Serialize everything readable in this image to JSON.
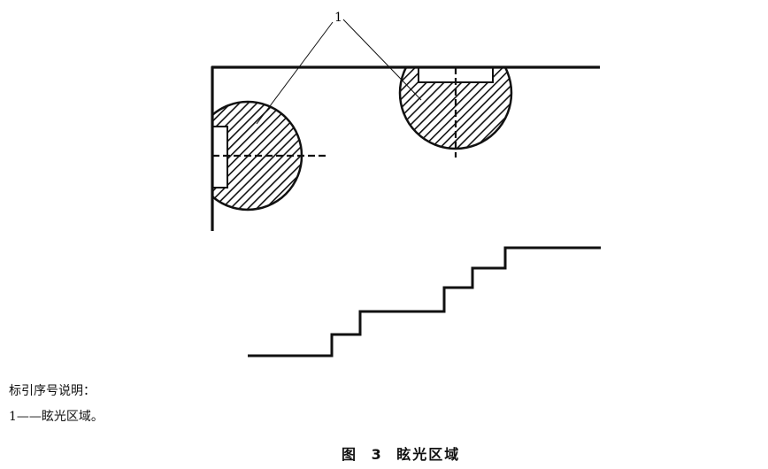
{
  "figure": {
    "callout_label": "1",
    "legend_title": "标引序号说明：",
    "legend_item": "1——眩光区域。",
    "caption": "图 3  眩光区域"
  }
}
